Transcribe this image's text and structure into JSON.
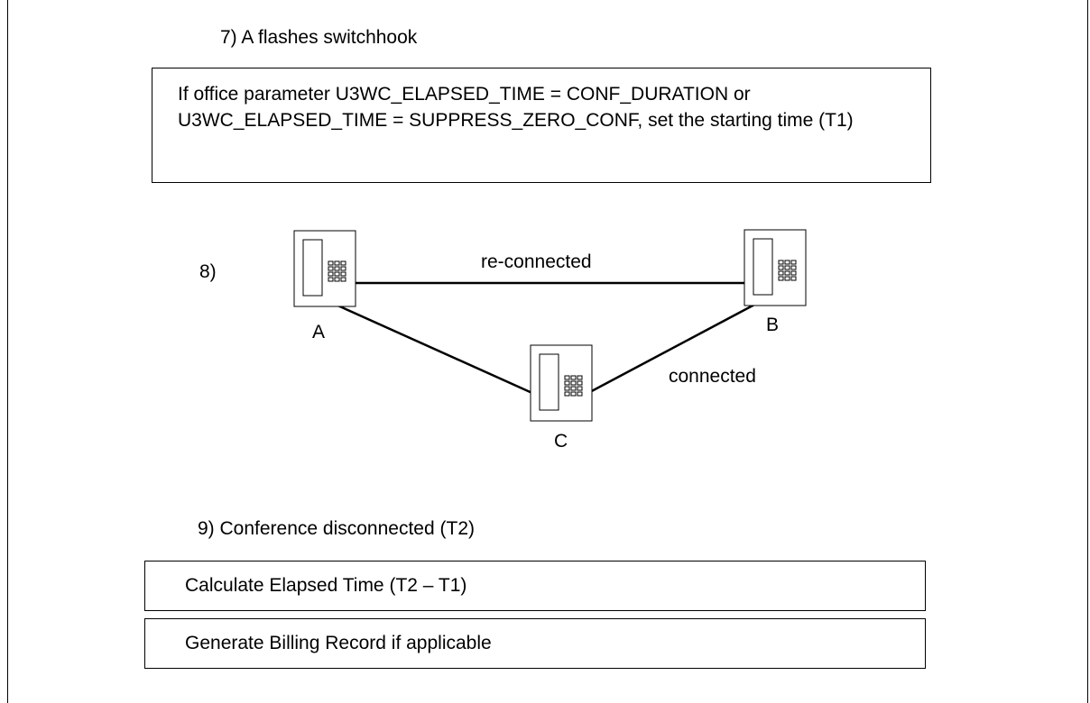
{
  "step7": {
    "label": "7) A flashes switchhook"
  },
  "param_box": {
    "text": "If office parameter U3WC_ELAPSED_TIME = CONF_DURATION or U3WC_ELAPSED_TIME = SUPPRESS_ZERO_CONF, set the starting time (T1)"
  },
  "step8": {
    "label": "8)",
    "phones": {
      "a": "A",
      "b": "B",
      "c": "C"
    },
    "link_ab": "re-connected",
    "link_cb": "connected"
  },
  "step9": {
    "label": "9) Conference disconnected (T2)"
  },
  "calc_box": {
    "text": "Calculate Elapsed Time (T2 – T1)"
  },
  "billing_box": {
    "text": "Generate Billing Record if applicable"
  },
  "icons": [
    "phone-icon"
  ]
}
